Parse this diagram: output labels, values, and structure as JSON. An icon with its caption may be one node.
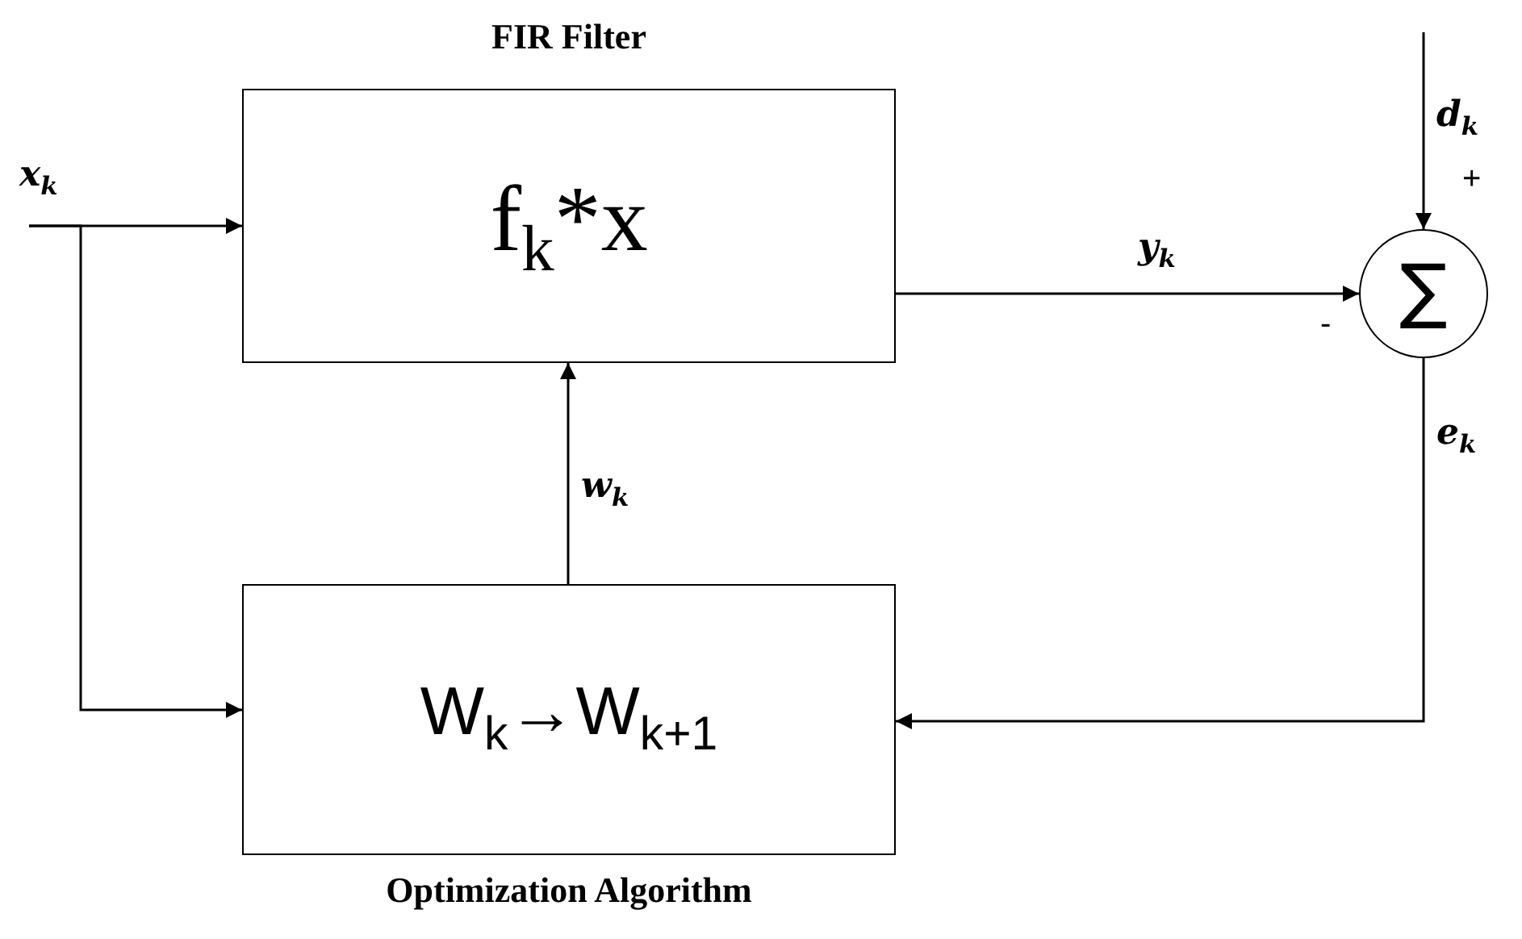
{
  "diagram": {
    "nodes": [
      {
        "text": [
          "FIR Filter",
          "f$_{k}$*x"
        ]
      },
      {
        "text": [
          "W$_{k}$→W$_{k+1}$",
          "Optimization Algorithm"
        ]
      },
      {
        "text": [
          "∑"
        ]
      }
    ],
    "edges": [
      {
        "from": null,
        "to": 0,
        "arrow": "to",
        "label": "x$_{k}$"
      },
      {
        "from": null,
        "to": 1,
        "arrow": "to"
      },
      {
        "from": 0,
        "to": 2,
        "arrow": "to",
        "label": "y$_{k}$"
      },
      {
        "from": null,
        "to": 2,
        "arrow": "to",
        "label": "d$_{k}$"
      },
      {
        "from": 1,
        "to": 0,
        "arrow": "to",
        "label": "w$_{k}$"
      },
      {
        "from": 2,
        "to": 1,
        "arrow": "to",
        "label": "e$_{k}$"
      }
    ],
    "labels": [
      "+",
      "-"
    ]
  }
}
